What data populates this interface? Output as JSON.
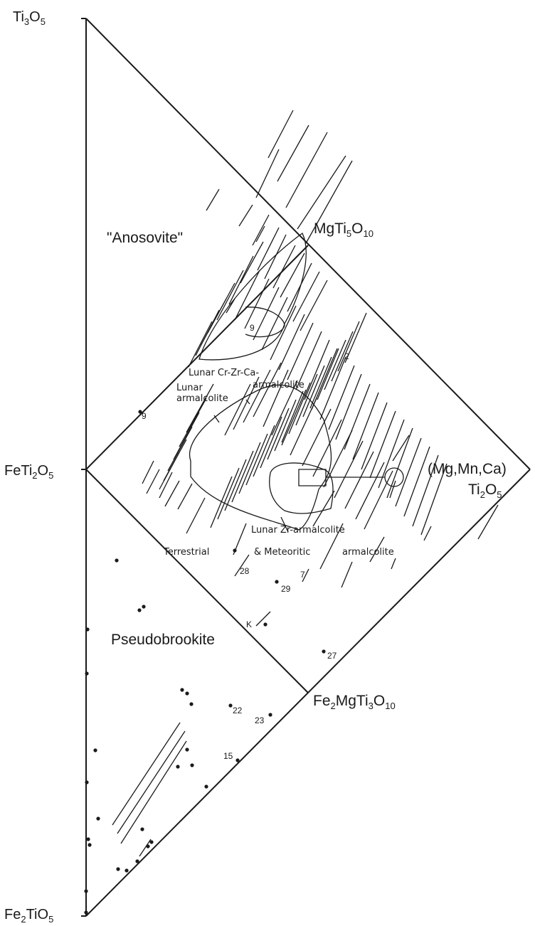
{
  "vertices": {
    "top_formula": "Ti",
    "top_sub1": "3",
    "top_mid": "O",
    "top_sub2": "5",
    "left_formula": "FeTi",
    "left_sub1": "2",
    "left_mid": "O",
    "left_sub2": "5",
    "bottom_formula": "Fe",
    "bottom_sub1": "2",
    "bottom_mid": "TiO",
    "bottom_sub2": "5",
    "right_line1": "(Mg,Mn,Ca)",
    "right_line2_a": "Ti",
    "right_line2_sub1": "2",
    "right_line2_b": "O",
    "right_line2_sub2": "5",
    "mgti5_a": "MgTi",
    "mgti5_sub1": "5",
    "mgti5_b": "O",
    "mgti5_sub2": "10",
    "fe2mg_a": "Fe",
    "fe2mg_sub1": "2",
    "fe2mg_b": "MgTi",
    "fe2mg_sub2": "3",
    "fe2mg_c": "O",
    "fe2mg_sub3": "10"
  },
  "regions": {
    "anosovite": "\"Anosovite\"",
    "pseudobrookite": "Pseudobrookite",
    "lunar_crzrca_1": "Lunar Cr-Zr-Ca-",
    "lunar_crzrca_2": "armalcolite",
    "lunar_armal_1": "Lunar",
    "lunar_armal_2": "armalcolite",
    "lunar_zr": "Lunar Zr-armalcolite",
    "terr_1": "Terrestrial",
    "terr_2": "& Meteoritic",
    "terr_3": "armalcolite"
  },
  "point_labels": {
    "p9a": "9",
    "p9b": "9",
    "p2": "2",
    "p28": "28",
    "p29": "29",
    "p7": "7",
    "pK": "K",
    "p27": "27",
    "p22": "22",
    "p23": "23",
    "p15": "15"
  }
}
